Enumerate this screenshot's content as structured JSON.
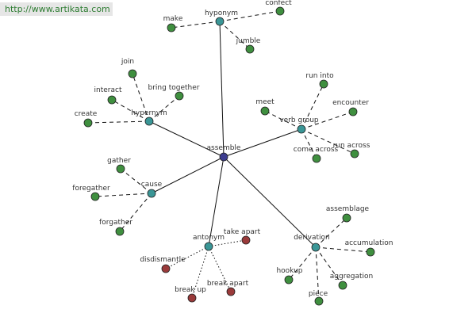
{
  "url": "http://www.artikata.com",
  "colors": {
    "center": "#3d3d8f",
    "relation": "#3a9696",
    "word": "#3f8f3f",
    "antonym": "#9a3a3a"
  },
  "center": {
    "id": "assemble",
    "label": "assemble"
  },
  "relations": [
    {
      "id": "hyponym",
      "label": "hyponym"
    },
    {
      "id": "hypernym",
      "label": "hypernym"
    },
    {
      "id": "verb_group",
      "label": "verb group"
    },
    {
      "id": "cause",
      "label": "cause"
    },
    {
      "id": "antonym",
      "label": "antonym"
    },
    {
      "id": "derivation",
      "label": "derivation"
    }
  ],
  "words": [
    {
      "id": "make",
      "label": "make",
      "relation": "hyponym",
      "kind": "word"
    },
    {
      "id": "confect",
      "label": "confect",
      "relation": "hyponym",
      "kind": "word"
    },
    {
      "id": "jumble",
      "label": "jumble",
      "relation": "hyponym",
      "kind": "word"
    },
    {
      "id": "join",
      "label": "join",
      "relation": "hypernym",
      "kind": "word"
    },
    {
      "id": "interact",
      "label": "interact",
      "relation": "hypernym",
      "kind": "word"
    },
    {
      "id": "bring_together",
      "label": "bring together",
      "relation": "hypernym",
      "kind": "word"
    },
    {
      "id": "create",
      "label": "create",
      "relation": "hypernym",
      "kind": "word"
    },
    {
      "id": "run_into",
      "label": "run into",
      "relation": "verb_group",
      "kind": "word"
    },
    {
      "id": "meet",
      "label": "meet",
      "relation": "verb_group",
      "kind": "word"
    },
    {
      "id": "encounter",
      "label": "encounter",
      "relation": "verb_group",
      "kind": "word"
    },
    {
      "id": "come_across",
      "label": "come across",
      "relation": "verb_group",
      "kind": "word"
    },
    {
      "id": "run_across",
      "label": "run across",
      "relation": "verb_group",
      "kind": "word"
    },
    {
      "id": "gather",
      "label": "gather",
      "relation": "cause",
      "kind": "word"
    },
    {
      "id": "foregather",
      "label": "foregather",
      "relation": "cause",
      "kind": "word"
    },
    {
      "id": "forgather",
      "label": "forgather",
      "relation": "cause",
      "kind": "word"
    },
    {
      "id": "take_apart",
      "label": "take apart",
      "relation": "antonym",
      "kind": "antonym"
    },
    {
      "id": "disdismantle",
      "label": "disdismantle",
      "relation": "antonym",
      "kind": "antonym"
    },
    {
      "id": "break_up",
      "label": "break up",
      "relation": "antonym",
      "kind": "antonym"
    },
    {
      "id": "break_apart",
      "label": "break apart",
      "relation": "antonym",
      "kind": "antonym"
    },
    {
      "id": "assemblage",
      "label": "assemblage",
      "relation": "derivation",
      "kind": "word"
    },
    {
      "id": "accumulation",
      "label": "accumulation",
      "relation": "derivation",
      "kind": "word"
    },
    {
      "id": "hookup",
      "label": "hookup",
      "relation": "derivation",
      "kind": "word"
    },
    {
      "id": "aggregation",
      "label": "aggregation",
      "relation": "derivation",
      "kind": "word"
    },
    {
      "id": "piece",
      "label": "piece",
      "relation": "derivation",
      "kind": "word"
    }
  ]
}
